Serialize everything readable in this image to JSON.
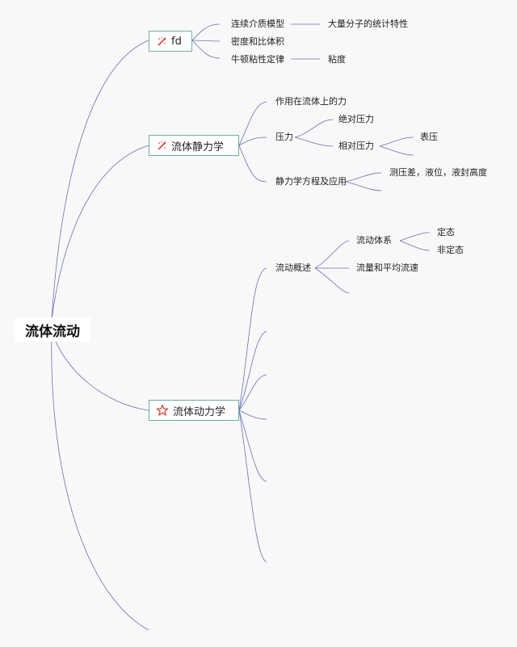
{
  "root": {
    "label": "流体流动"
  },
  "topics": {
    "fd": {
      "label": "fd",
      "icon": "sparkle-pen-icon",
      "children": [
        "连续介质模型",
        "密度和比体积",
        "牛顿粘性定律"
      ],
      "leaves": [
        "大量分子的统计特性",
        "粘度"
      ]
    },
    "statics": {
      "label": "流体静力学",
      "icon": "sparkle-pen-icon",
      "children": [
        "作用在流体上的力",
        "压力",
        "静力学方程及应用"
      ],
      "pressure": [
        "绝对压力",
        "相对压力"
      ],
      "gauge": "表压",
      "apps": "测压差，液位，液封高度"
    },
    "dynamics": {
      "label": "流体动力学",
      "icon": "star-outline-icon",
      "overview": "流动概述",
      "overview_children": [
        "流动体系",
        "流量和平均流速"
      ],
      "regimes": [
        "定态",
        "非定态"
      ]
    }
  },
  "colors": {
    "line": "#6b6fb5",
    "topic_border": "#69b3a0",
    "icon_red": "#e0443a"
  }
}
